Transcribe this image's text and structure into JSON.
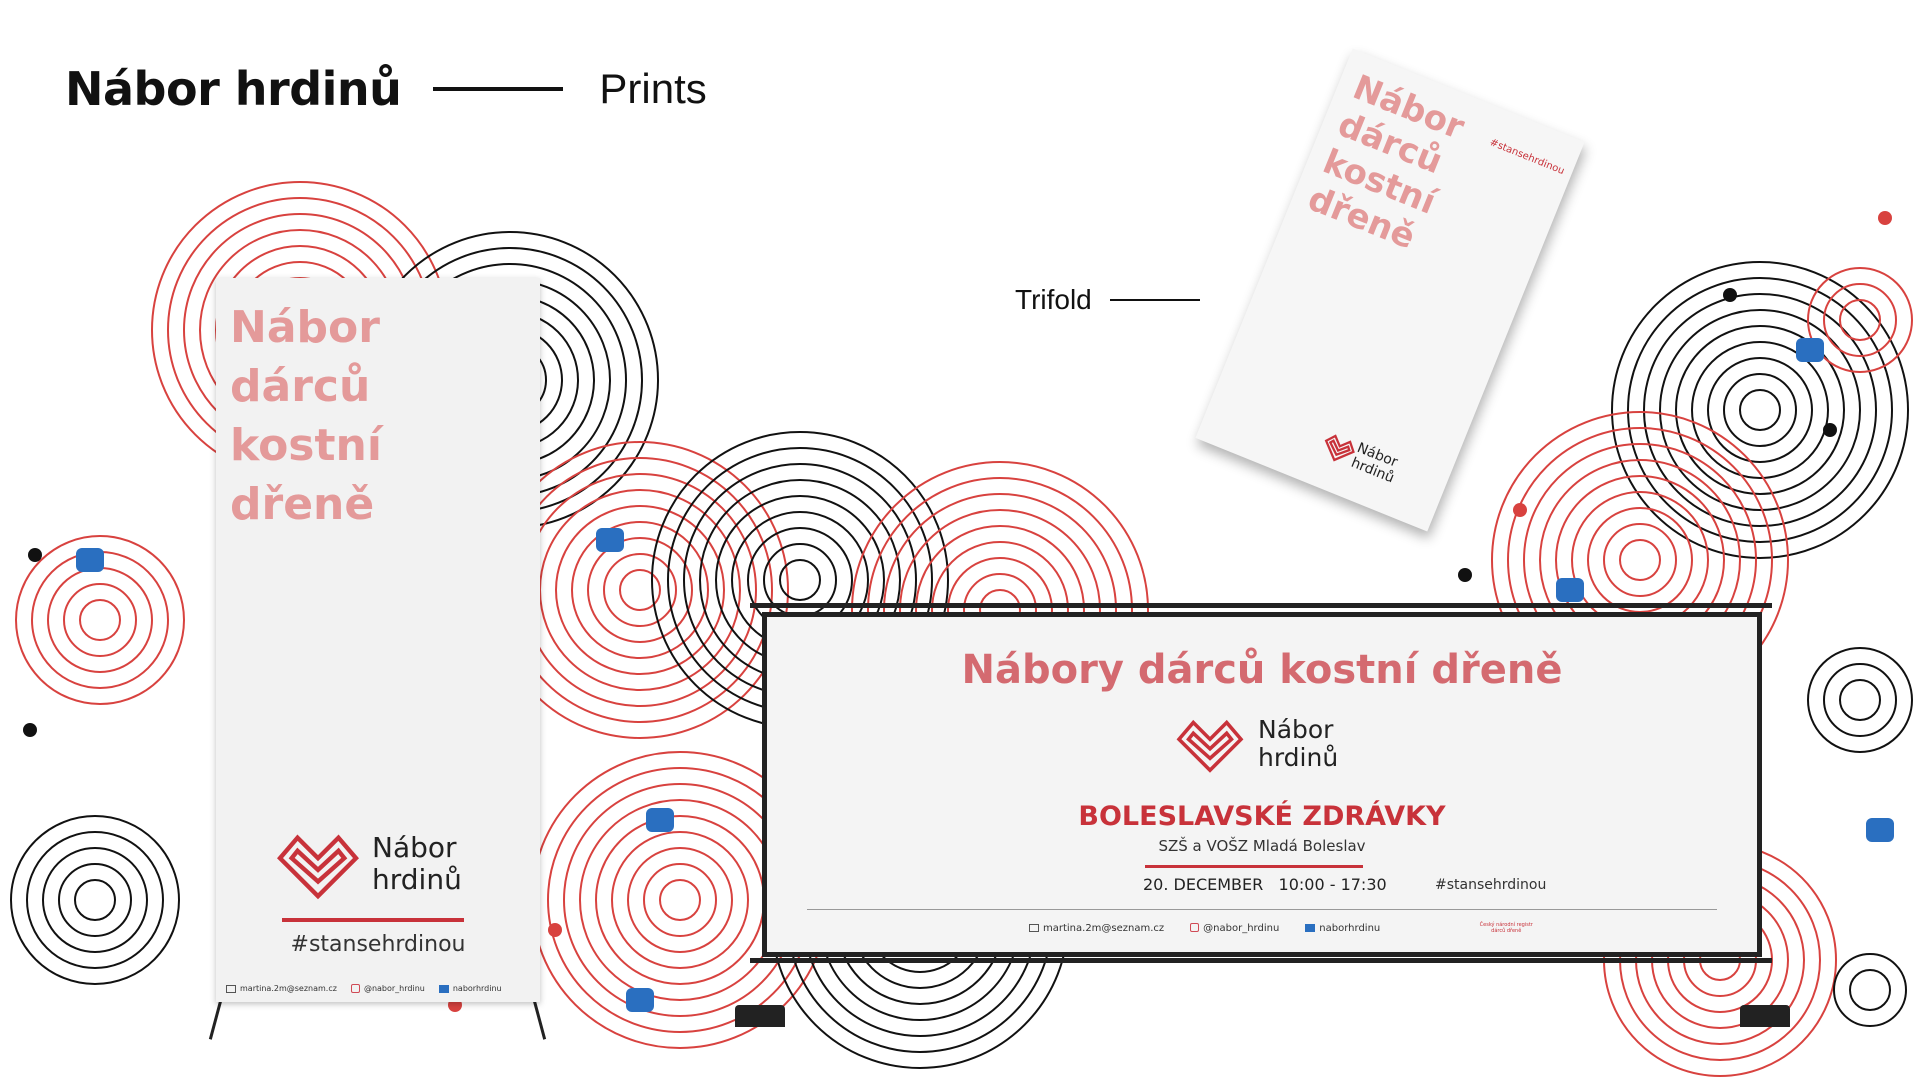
{
  "header": {
    "title": "Nábor hrdinů",
    "subtitle": "Prints"
  },
  "labels": {
    "trifold": "Trifold"
  },
  "rollup": {
    "headline": [
      "Nábor",
      "dárců",
      "kostní",
      "dřeně"
    ],
    "logo_line1": "Nábor",
    "logo_line2": "hrdinů",
    "hashtag": "#stansehrdinou",
    "email": "martina.2m@seznam.cz",
    "instagram": "@nabor_hrdinu",
    "facebook": "naborhrdinu"
  },
  "banner": {
    "title": "Nábory dárců kostní dřeně",
    "logo_line1": "Nábor",
    "logo_line2": "hrdinů",
    "organization": "BOLESLAVSKÉ ZDRÁVKY",
    "school": "SZŠ a VOŠZ Mladá Boleslav",
    "date": "20. DECEMBER",
    "time": "10:00 - 17:30",
    "hashtag": "#stansehrdinou",
    "email": "martina.2m@seznam.cz",
    "instagram": "@nabor_hrdinu",
    "facebook": "naborhrdinu",
    "registry": "Český národní registr dárců dřeně"
  },
  "trifold": {
    "headline": [
      "Nábor",
      "dárců",
      "kostní",
      "dřeně"
    ],
    "hashtag": "#stansehrdinou",
    "logo_line1": "Nábor",
    "logo_line2": "hrdinů"
  },
  "colors": {
    "red": "#d8423f",
    "black": "#111111",
    "blue": "#2a6fc0",
    "pink": "#e49a9a"
  }
}
